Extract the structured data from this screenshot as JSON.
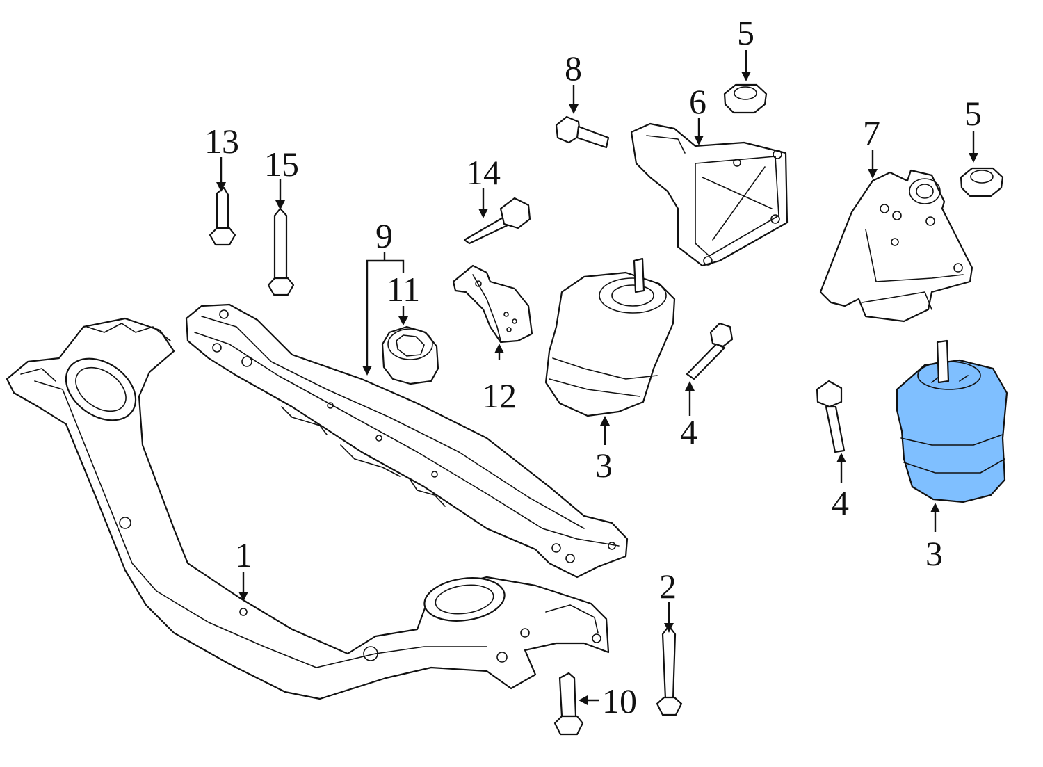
{
  "callouts": {
    "c1": "1",
    "c2": "2",
    "c3a": "3",
    "c3b": "3",
    "c4a": "4",
    "c4b": "4",
    "c5a": "5",
    "c5b": "5",
    "c6": "6",
    "c7": "7",
    "c8": "8",
    "c9": "9",
    "c10": "10",
    "c11": "11",
    "c12": "12",
    "c13": "13",
    "c14": "14",
    "c15": "15"
  },
  "colors": {
    "highlight": "#7fbfff",
    "line": "#111111",
    "background": "#ffffff"
  }
}
